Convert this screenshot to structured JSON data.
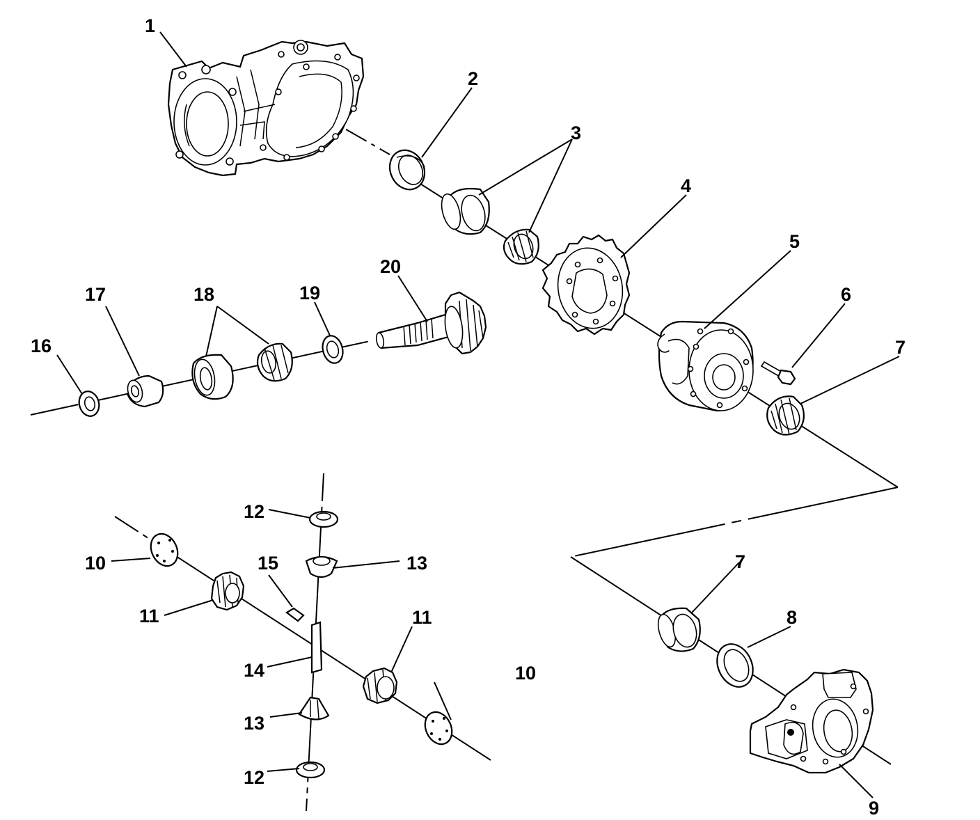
{
  "callouts": {
    "c1": "1",
    "c2": "2",
    "c3": "3",
    "c4": "4",
    "c5": "5",
    "c6": "6",
    "c7a": "7",
    "c7b": "7",
    "c8": "8",
    "c9": "9",
    "c10a": "10",
    "c10b": "10",
    "c11a": "11",
    "c11b": "11",
    "c12a": "12",
    "c12b": "12",
    "c13a": "13",
    "c13b": "13",
    "c14": "14",
    "c15": "15",
    "c16": "16",
    "c17": "17",
    "c18": "18",
    "c19": "19",
    "c20": "20"
  }
}
